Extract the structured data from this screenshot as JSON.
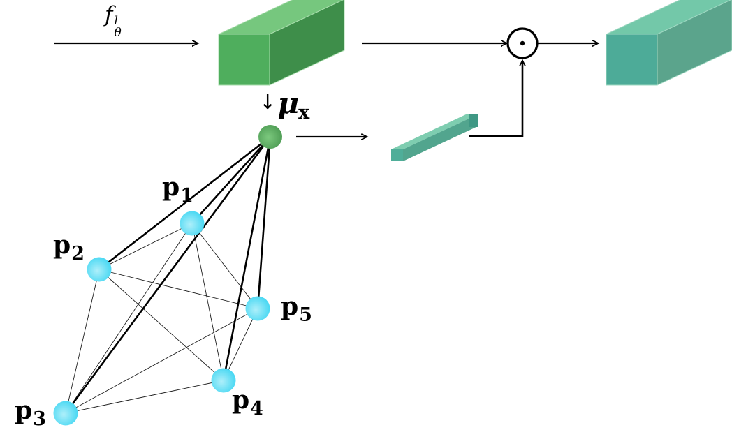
{
  "diagram": {
    "input_arrow_label": {
      "base": "f",
      "superscript": "l",
      "subscript": "θ"
    },
    "mu_label": {
      "arrow": "↓",
      "base": "μ",
      "subscript": "x"
    },
    "operator": {
      "name": "elementwise-product",
      "symbol": "⊙"
    },
    "colors": {
      "feature_box_front": "#4fae5d",
      "feature_box_top": "#76c77e",
      "feature_box_side": "#3e8e4a",
      "feature_box_seam": "#a7dcab",
      "output_box_front": "#4dab98",
      "output_box_top": "#73c8a9",
      "output_box_side": "#5ba48c",
      "output_box_seam": "#9fd8c2",
      "vector_front": "#4fae99",
      "vector_top": "#7ecdb0",
      "vector_side": "#52a58e",
      "vector_end": "#3f9884",
      "line": "#000000",
      "cyan_node_inner": "#aeeffa",
      "cyan_node_outer": "#22cff0",
      "green_node_inner": "#7cc97e",
      "green_node_outer": "#3e8d46"
    },
    "graph": {
      "center_node": {
        "id": "mu"
      },
      "nodes": [
        {
          "id": "p1",
          "base": "p",
          "subscript": "1"
        },
        {
          "id": "p2",
          "base": "p",
          "subscript": "2"
        },
        {
          "id": "p3",
          "base": "p",
          "subscript": "3"
        },
        {
          "id": "p4",
          "base": "p",
          "subscript": "4"
        },
        {
          "id": "p5",
          "base": "p",
          "subscript": "5"
        }
      ],
      "edges_thick": [
        [
          "mu",
          "p1"
        ],
        [
          "mu",
          "p2"
        ],
        [
          "mu",
          "p3"
        ],
        [
          "mu",
          "p4"
        ],
        [
          "mu",
          "p5"
        ]
      ],
      "edges_thin": [
        [
          "p1",
          "p2"
        ],
        [
          "p1",
          "p3"
        ],
        [
          "p1",
          "p4"
        ],
        [
          "p1",
          "p5"
        ],
        [
          "p2",
          "p3"
        ],
        [
          "p2",
          "p4"
        ],
        [
          "p2",
          "p5"
        ],
        [
          "p3",
          "p4"
        ],
        [
          "p3",
          "p5"
        ],
        [
          "p4",
          "p5"
        ]
      ]
    }
  }
}
